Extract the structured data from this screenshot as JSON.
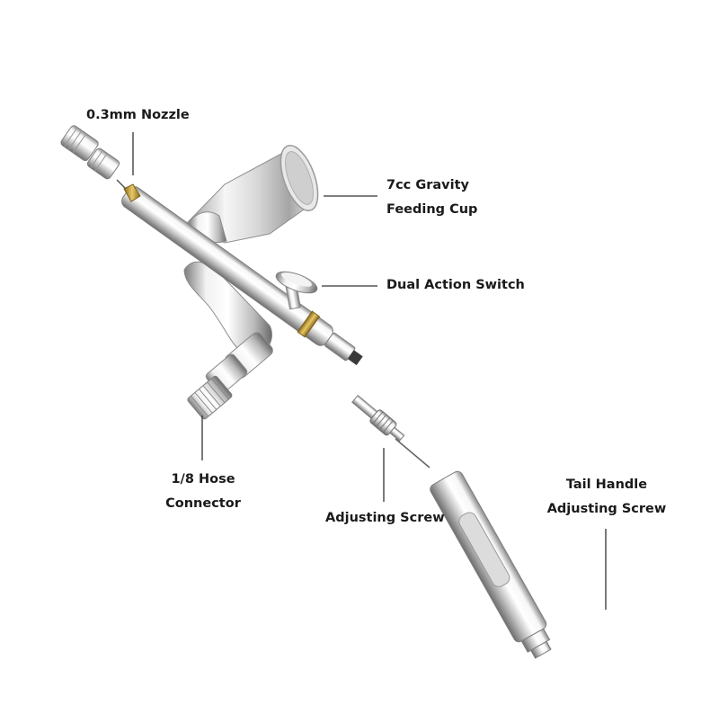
{
  "callouts": {
    "nozzle": {
      "lines": [
        "0.3mm Nozzle"
      ]
    },
    "cup": {
      "lines": [
        "7cc Gravity",
        "Feeding Cup"
      ]
    },
    "switch": {
      "lines": [
        "Dual Action Switch"
      ]
    },
    "hose": {
      "lines": [
        "1/8 Hose",
        "Connector"
      ]
    },
    "screw": {
      "lines": [
        "Adjusting Screw"
      ]
    },
    "tail": {
      "lines": [
        "Tail Handle",
        "Adjusting Screw"
      ]
    }
  },
  "colors": {
    "chrome_light": "#f4f4f4",
    "chrome_mid": "#c9c9c9",
    "chrome_dark": "#7a7a7a",
    "brass": "#c9a640",
    "leader": "#333333"
  }
}
